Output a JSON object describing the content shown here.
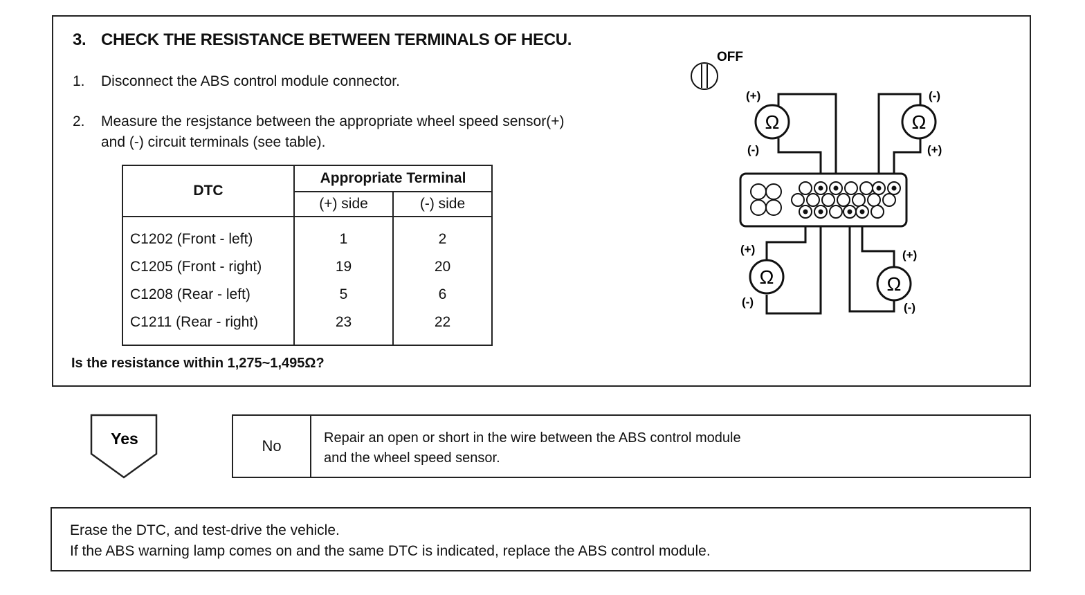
{
  "step": {
    "number": "3.",
    "title": "CHECK THE RESISTANCE BETWEEN TERMINALS OF HECU.",
    "instructions": [
      {
        "number": "1.",
        "text": "Disconnect the ABS control module connector."
      },
      {
        "number": "2.",
        "text_line1": "Measure the resjstance between the appropriate wheel speed sensor(+)",
        "text_line2": "and (-) circuit terminals (see table)."
      }
    ],
    "question": "Is the resistance within 1,275~1,495Ω?"
  },
  "table": {
    "header_dtc": "DTC",
    "header_terminal": "Appropriate Terminal",
    "header_plus": "(+) side",
    "header_minus": "(-) side",
    "rows": [
      {
        "dtc": "C1202 (Front - left)",
        "plus": "1",
        "minus": "2"
      },
      {
        "dtc": "C1205 (Front - right)",
        "plus": "19",
        "minus": "20"
      },
      {
        "dtc": "C1208 (Rear - left)",
        "plus": "5",
        "minus": "6"
      },
      {
        "dtc": "C1211 (Rear - right)",
        "plus": "23",
        "minus": "22"
      }
    ]
  },
  "diagram": {
    "switch_label": "OFF",
    "ohm_symbol": "Ω",
    "plus_label": "(+)",
    "minus_label": "(-)"
  },
  "yes_label": "Yes",
  "no": {
    "label": "No",
    "line1": "Repair an open or short in the wire between the ABS control module",
    "line2": "and the wheel speed sensor."
  },
  "final": {
    "line1": "Erase the DTC, and test-drive the vehicle.",
    "line2": "If the ABS warning lamp comes on and the same DTC is indicated, replace the ABS control module."
  }
}
